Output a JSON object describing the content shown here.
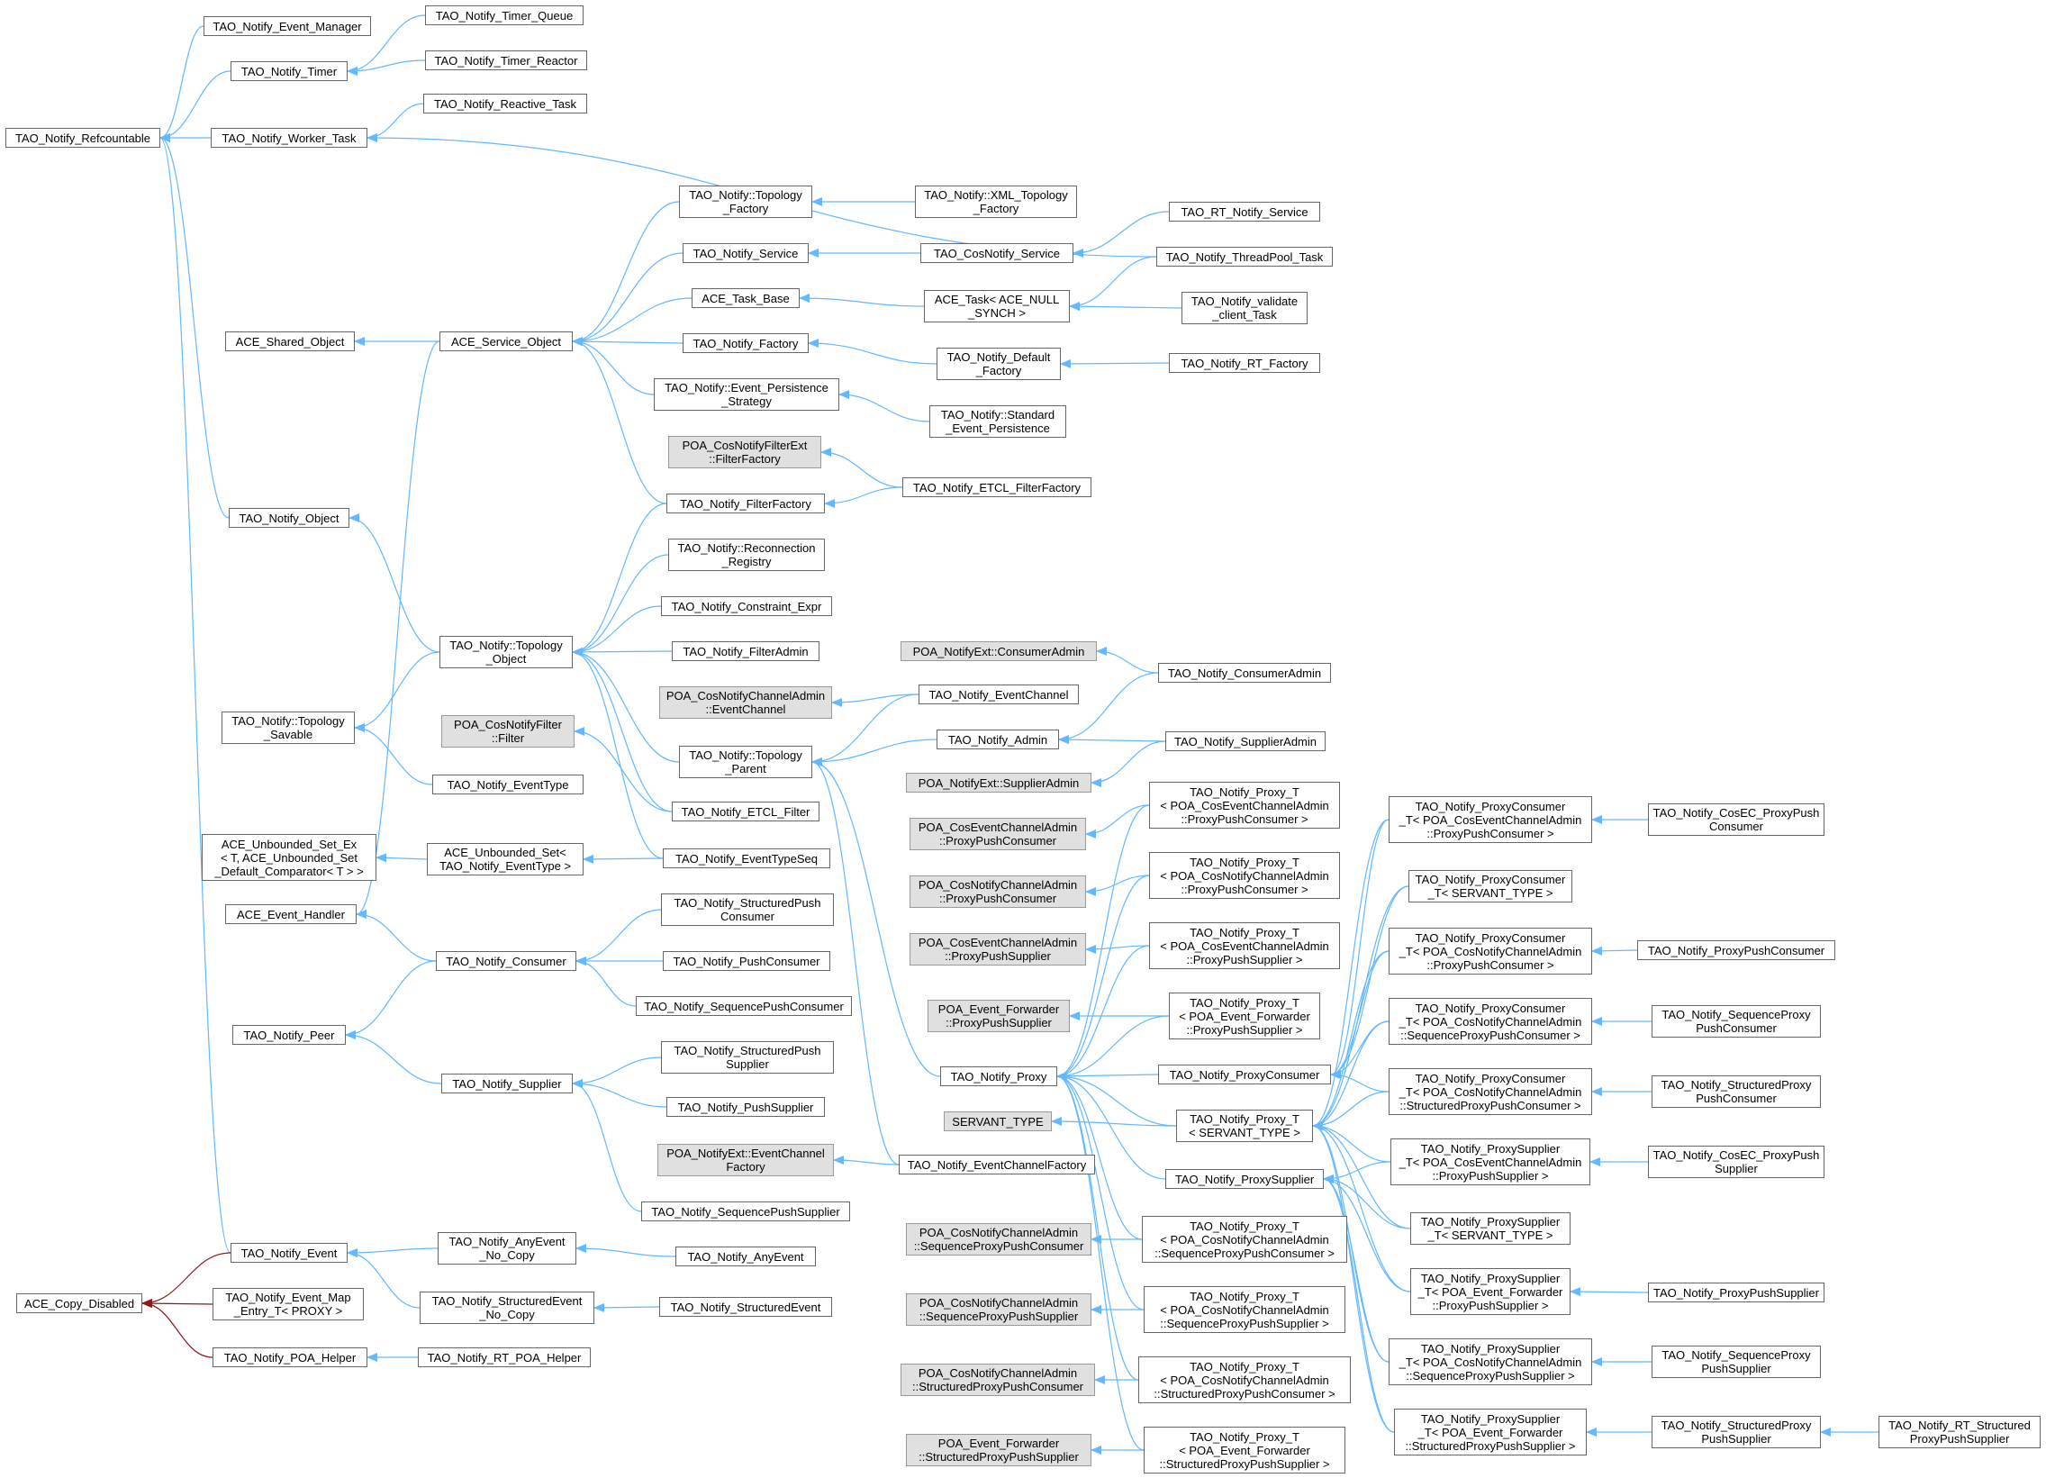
{
  "colors": {
    "inherit_edge": "#63b8ff",
    "private_edge": "#8b1a1a",
    "node_border": "#666666",
    "external_fill": "#e0e0e0"
  },
  "nodes": {
    "refcountable": "TAO_Notify_Refcountable",
    "event_manager": "TAO_Notify_Event_Manager",
    "timer": "TAO_Notify_Timer",
    "timer_queue": "TAO_Notify_Timer_Queue",
    "timer_reactor": "TAO_Notify_Timer_Reactor",
    "reactive_task": "TAO_Notify_Reactive_Task",
    "worker_task": "TAO_Notify_Worker_Task",
    "topology_factory": "TAO_Notify::Topology\n_Factory",
    "xml_topology_factory": "TAO_Notify::XML_Topology\n_Factory",
    "rt_notify_service": "TAO_RT_Notify_Service",
    "notify_service": "TAO_Notify_Service",
    "cosnotify_service": "TAO_CosNotify_Service",
    "threadpool_task": "TAO_Notify_ThreadPool_Task",
    "ace_task_base": "ACE_Task_Base",
    "ace_task_null": "ACE_Task< ACE_NULL\n_SYNCH >",
    "validate_client_task": "TAO_Notify_validate\n_client_Task",
    "ace_shared_object": "ACE_Shared_Object",
    "ace_service_object": "ACE_Service_Object",
    "notify_factory": "TAO_Notify_Factory",
    "default_factory": "TAO_Notify_Default\n_Factory",
    "rt_factory": "TAO_Notify_RT_Factory",
    "event_persistence_strategy": "TAO_Notify::Event_Persistence\n_Strategy",
    "standard_event_persistence": "TAO_Notify::Standard\n_Event_Persistence",
    "poa_filterfactory": "POA_CosNotifyFilterExt\n::FilterFactory",
    "etcl_filterfactory": "TAO_Notify_ETCL_FilterFactory",
    "filterfactory": "TAO_Notify_FilterFactory",
    "notify_object": "TAO_Notify_Object",
    "reconnection_registry": "TAO_Notify::Reconnection\n_Registry",
    "constraint_expr": "TAO_Notify_Constraint_Expr",
    "topology_object": "TAO_Notify::Topology\n_Object",
    "filteradmin": "TAO_Notify_FilterAdmin",
    "poa_consumeradmin": "POA_NotifyExt::ConsumerAdmin",
    "consumeradmin": "TAO_Notify_ConsumerAdmin",
    "poa_eventchannel": "POA_CosNotifyChannelAdmin\n::EventChannel",
    "eventchannel": "TAO_Notify_EventChannel",
    "topology_savable": "TAO_Notify::Topology\n_Savable",
    "poa_filter": "POA_CosNotifyFilter\n::Filter",
    "topology_parent": "TAO_Notify::Topology\n_Parent",
    "notify_admin": "TAO_Notify_Admin",
    "supplieradmin": "TAO_Notify_SupplierAdmin",
    "poa_supplieradmin": "POA_NotifyExt::SupplierAdmin",
    "eventtype": "TAO_Notify_EventType",
    "etcl_filter": "TAO_Notify_ETCL_Filter",
    "ace_unbounded_set_ex": "ACE_Unbounded_Set_Ex\n< T, ACE_Unbounded_Set\n_Default_Comparator< T > >",
    "ace_unbounded_set": "ACE_Unbounded_Set<\nTAO_Notify_EventType >",
    "eventtypeseq": "TAO_Notify_EventTypeSeq",
    "ace_event_handler": "ACE_Event_Handler",
    "structuredpush_consumer": "TAO_Notify_StructuredPush\nConsumer",
    "notify_consumer": "TAO_Notify_Consumer",
    "pushconsumer": "TAO_Notify_PushConsumer",
    "sequencepushconsumer": "TAO_Notify_SequencePushConsumer",
    "notify_peer": "TAO_Notify_Peer",
    "structuredpush_supplier": "TAO_Notify_StructuredPush\nSupplier",
    "notify_supplier": "TAO_Notify_Supplier",
    "pushsupplier": "TAO_Notify_PushSupplier",
    "poa_eventchannelfactory": "POA_NotifyExt::EventChannel\nFactory",
    "eventchannelfactory": "TAO_Notify_EventChannelFactory",
    "sequencepushsupplier": "TAO_Notify_SequencePushSupplier",
    "notify_event": "TAO_Notify_Event",
    "anyevent_no_copy": "TAO_Notify_AnyEvent\n_No_Copy",
    "anyevent": "TAO_Notify_AnyEvent",
    "ace_copy_disabled": "ACE_Copy_Disabled",
    "event_map_entry": "TAO_Notify_Event_Map\n_Entry_T< PROXY >",
    "structuredevent_no_copy": "TAO_Notify_StructuredEvent\n_No_Copy",
    "structuredevent": "TAO_Notify_StructuredEvent",
    "poa_helper": "TAO_Notify_POA_Helper",
    "rt_poa_helper": "TAO_Notify_RT_POA_Helper",
    "poa_cosevent_proxypushconsumer": "POA_CosEventChannelAdmin\n::ProxyPushConsumer",
    "poa_cosnotify_proxypushconsumer": "POA_CosNotifyChannelAdmin\n::ProxyPushConsumer",
    "poa_cosevent_proxypushsupplier": "POA_CosEventChannelAdmin\n::ProxyPushSupplier",
    "poa_forwarder_proxypushsupplier": "POA_Event_Forwarder\n::ProxyPushSupplier",
    "servant_type": "SERVANT_TYPE",
    "notify_proxy": "TAO_Notify_Proxy",
    "proxy_t_cosevent_ppc": "TAO_Notify_Proxy_T\n< POA_CosEventChannelAdmin\n::ProxyPushConsumer >",
    "proxy_t_cosnotify_ppc": "TAO_Notify_Proxy_T\n< POA_CosNotifyChannelAdmin\n::ProxyPushConsumer >",
    "proxy_t_cosevent_pps": "TAO_Notify_Proxy_T\n< POA_CosEventChannelAdmin\n::ProxyPushSupplier >",
    "proxy_t_forwarder_pps": "TAO_Notify_Proxy_T\n< POA_Event_Forwarder\n::ProxyPushSupplier >",
    "notify_proxyconsumer": "TAO_Notify_ProxyConsumer",
    "proxy_t_servant": "TAO_Notify_Proxy_T\n< SERVANT_TYPE >",
    "notify_proxysupplier": "TAO_Notify_ProxySupplier",
    "poa_cosnotify_seqppc": "POA_CosNotifyChannelAdmin\n::SequenceProxyPushConsumer",
    "proxy_t_cosnotify_seqppc": "TAO_Notify_Proxy_T\n< POA_CosNotifyChannelAdmin\n::SequenceProxyPushConsumer >",
    "poa_cosnotify_seqpps": "POA_CosNotifyChannelAdmin\n::SequenceProxyPushSupplier",
    "proxy_t_cosnotify_seqpps": "TAO_Notify_Proxy_T\n< POA_CosNotifyChannelAdmin\n::SequenceProxyPushSupplier >",
    "poa_cosnotify_strppc": "POA_CosNotifyChannelAdmin\n::StructuredProxyPushConsumer",
    "proxy_t_cosnotify_strppc": "TAO_Notify_Proxy_T\n< POA_CosNotifyChannelAdmin\n::StructuredProxyPushConsumer >",
    "poa_forwarder_strpps": "POA_Event_Forwarder\n::StructuredProxyPushSupplier",
    "proxy_t_forwarder_strpps": "TAO_Notify_Proxy_T\n< POA_Event_Forwarder\n::StructuredProxyPushSupplier >",
    "pc_t_cosevent_ppc": "TAO_Notify_ProxyConsumer\n_T< POA_CosEventChannelAdmin\n::ProxyPushConsumer >",
    "pc_t_servant": "TAO_Notify_ProxyConsumer\n_T< SERVANT_TYPE >",
    "pc_t_cosnotify_ppc": "TAO_Notify_ProxyConsumer\n_T< POA_CosNotifyChannelAdmin\n::ProxyPushConsumer >",
    "pc_t_cosnotify_seqppc": "TAO_Notify_ProxyConsumer\n_T< POA_CosNotifyChannelAdmin\n::SequenceProxyPushConsumer >",
    "pc_t_cosnotify_strppc": "TAO_Notify_ProxyConsumer\n_T< POA_CosNotifyChannelAdmin\n::StructuredProxyPushConsumer >",
    "ps_t_cosevent_pps": "TAO_Notify_ProxySupplier\n_T< POA_CosEventChannelAdmin\n::ProxyPushSupplier >",
    "ps_t_servant": "TAO_Notify_ProxySupplier\n_T< SERVANT_TYPE >",
    "ps_t_forwarder_pps": "TAO_Notify_ProxySupplier\n_T< POA_Event_Forwarder\n::ProxyPushSupplier >",
    "ps_t_cosnotify_seqpps": "TAO_Notify_ProxySupplier\n_T< POA_CosNotifyChannelAdmin\n::SequenceProxyPushSupplier >",
    "ps_t_forwarder_strpps": "TAO_Notify_ProxySupplier\n_T< POA_Event_Forwarder\n::StructuredProxyPushSupplier >",
    "cosec_proxypushconsumer": "TAO_Notify_CosEC_ProxyPush\nConsumer",
    "proxypushconsumer": "TAO_Notify_ProxyPushConsumer",
    "sequenceproxypushconsumer": "TAO_Notify_SequenceProxy\nPushConsumer",
    "structuredproxypushconsumer": "TAO_Notify_StructuredProxy\nPushConsumer",
    "cosec_proxypushsupplier": "TAO_Notify_CosEC_ProxyPush\nSupplier",
    "proxypushsupplier": "TAO_Notify_ProxyPushSupplier",
    "sequenceproxypushsupplier": "TAO_Notify_SequenceProxy\nPushSupplier",
    "structuredproxypushsupplier": "TAO_Notify_StructuredProxy\nPushSupplier",
    "rt_structuredproxypushsupplier": "TAO_Notify_RT_Structured\nProxyPushSupplier"
  },
  "external_nodes": [
    "poa_filterfactory",
    "poa_consumeradmin",
    "poa_eventchannel",
    "poa_filter",
    "poa_supplieradmin",
    "poa_eventchannelfactory",
    "poa_cosevent_proxypushconsumer",
    "poa_cosnotify_proxypushconsumer",
    "poa_cosevent_proxypushsupplier",
    "poa_forwarder_proxypushsupplier",
    "servant_type",
    "poa_cosnotify_seqppc",
    "poa_cosnotify_seqpps",
    "poa_cosnotify_strppc",
    "poa_forwarder_strpps"
  ],
  "inheritance": [
    [
      "event_manager",
      "refcountable"
    ],
    [
      "timer",
      "refcountable"
    ],
    [
      "worker_task",
      "refcountable"
    ],
    [
      "notify_object",
      "refcountable"
    ],
    [
      "notify_event",
      "refcountable"
    ],
    [
      "timer_queue",
      "timer"
    ],
    [
      "timer_reactor",
      "timer"
    ],
    [
      "reactive_task",
      "worker_task"
    ],
    [
      "threadpool_task",
      "worker_task"
    ],
    [
      "xml_topology_factory",
      "topology_factory"
    ],
    [
      "cosnotify_service",
      "notify_service"
    ],
    [
      "rt_notify_service",
      "cosnotify_service"
    ],
    [
      "ace_task_null",
      "ace_task_base"
    ],
    [
      "threadpool_task",
      "ace_task_null"
    ],
    [
      "validate_client_task",
      "ace_task_null"
    ],
    [
      "ace_service_object",
      "ace_shared_object"
    ],
    [
      "topology_factory",
      "ace_service_object"
    ],
    [
      "notify_service",
      "ace_service_object"
    ],
    [
      "ace_task_base",
      "ace_service_object"
    ],
    [
      "notify_factory",
      "ace_service_object"
    ],
    [
      "event_persistence_strategy",
      "ace_service_object"
    ],
    [
      "filterfactory",
      "ace_service_object"
    ],
    [
      "default_factory",
      "notify_factory"
    ],
    [
      "rt_factory",
      "default_factory"
    ],
    [
      "standard_event_persistence",
      "event_persistence_strategy"
    ],
    [
      "etcl_filterfactory",
      "poa_filterfactory"
    ],
    [
      "etcl_filterfactory",
      "filterfactory"
    ],
    [
      "topology_object",
      "notify_object"
    ],
    [
      "topology_object",
      "topology_savable"
    ],
    [
      "filterfactory",
      "topology_object"
    ],
    [
      "reconnection_registry",
      "topology_object"
    ],
    [
      "constraint_expr",
      "topology_object"
    ],
    [
      "filteradmin",
      "topology_object"
    ],
    [
      "topology_parent",
      "topology_object"
    ],
    [
      "etcl_filter",
      "topology_object"
    ],
    [
      "eventtypeseq",
      "topology_object"
    ],
    [
      "consumeradmin",
      "poa_consumeradmin"
    ],
    [
      "consumeradmin",
      "notify_admin"
    ],
    [
      "eventchannel",
      "poa_eventchannel"
    ],
    [
      "eventchannel",
      "topology_parent"
    ],
    [
      "notify_admin",
      "topology_parent"
    ],
    [
      "supplieradmin",
      "notify_admin"
    ],
    [
      "supplieradmin",
      "poa_supplieradmin"
    ],
    [
      "notify_proxy",
      "topology_parent"
    ],
    [
      "eventchannelfactory",
      "topology_parent"
    ],
    [
      "eventtype",
      "topology_savable"
    ],
    [
      "etcl_filter",
      "poa_filter"
    ],
    [
      "ace_unbounded_set",
      "ace_unbounded_set_ex"
    ],
    [
      "eventtypeseq",
      "ace_unbounded_set"
    ],
    [
      "ace_service_object",
      "ace_event_handler"
    ],
    [
      "notify_consumer",
      "ace_event_handler"
    ],
    [
      "notify_consumer",
      "notify_peer"
    ],
    [
      "structuredpush_consumer",
      "notify_consumer"
    ],
    [
      "pushconsumer",
      "notify_consumer"
    ],
    [
      "sequencepushconsumer",
      "notify_consumer"
    ],
    [
      "notify_supplier",
      "notify_peer"
    ],
    [
      "structuredpush_supplier",
      "notify_supplier"
    ],
    [
      "pushsupplier",
      "notify_supplier"
    ],
    [
      "sequencepushsupplier",
      "notify_supplier"
    ],
    [
      "eventchannelfactory",
      "poa_eventchannelfactory"
    ],
    [
      "anyevent_no_copy",
      "notify_event"
    ],
    [
      "structuredevent_no_copy",
      "notify_event"
    ],
    [
      "anyevent",
      "anyevent_no_copy"
    ],
    [
      "structuredevent",
      "structuredevent_no_copy"
    ],
    [
      "rt_poa_helper",
      "poa_helper"
    ],
    [
      "proxy_t_cosevent_ppc",
      "poa_cosevent_proxypushconsumer"
    ],
    [
      "proxy_t_cosnotify_ppc",
      "poa_cosnotify_proxypushconsumer"
    ],
    [
      "proxy_t_cosevent_pps",
      "poa_cosevent_proxypushsupplier"
    ],
    [
      "proxy_t_forwarder_pps",
      "poa_forwarder_proxypushsupplier"
    ],
    [
      "proxy_t_servant",
      "servant_type"
    ],
    [
      "proxy_t_cosnotify_seqppc",
      "poa_cosnotify_seqppc"
    ],
    [
      "proxy_t_cosnotify_seqpps",
      "poa_cosnotify_seqpps"
    ],
    [
      "proxy_t_cosnotify_strppc",
      "poa_cosnotify_strppc"
    ],
    [
      "proxy_t_forwarder_strpps",
      "poa_forwarder_strpps"
    ],
    [
      "proxy_t_cosevent_ppc",
      "notify_proxy"
    ],
    [
      "proxy_t_cosnotify_ppc",
      "notify_proxy"
    ],
    [
      "proxy_t_cosevent_pps",
      "notify_proxy"
    ],
    [
      "proxy_t_forwarder_pps",
      "notify_proxy"
    ],
    [
      "notify_proxyconsumer",
      "notify_proxy"
    ],
    [
      "proxy_t_servant",
      "notify_proxy"
    ],
    [
      "notify_proxysupplier",
      "notify_proxy"
    ],
    [
      "proxy_t_cosnotify_seqppc",
      "notify_proxy"
    ],
    [
      "proxy_t_cosnotify_seqpps",
      "notify_proxy"
    ],
    [
      "proxy_t_cosnotify_strppc",
      "notify_proxy"
    ],
    [
      "proxy_t_forwarder_strpps",
      "notify_proxy"
    ],
    [
      "pc_t_cosevent_ppc",
      "notify_proxyconsumer"
    ],
    [
      "pc_t_servant",
      "notify_proxyconsumer"
    ],
    [
      "pc_t_cosnotify_ppc",
      "notify_proxyconsumer"
    ],
    [
      "pc_t_cosnotify_seqppc",
      "notify_proxyconsumer"
    ],
    [
      "pc_t_cosnotify_strppc",
      "notify_proxyconsumer"
    ],
    [
      "pc_t_cosevent_ppc",
      "proxy_t_servant"
    ],
    [
      "pc_t_servant",
      "proxy_t_servant"
    ],
    [
      "pc_t_cosnotify_ppc",
      "proxy_t_servant"
    ],
    [
      "pc_t_cosnotify_seqppc",
      "proxy_t_servant"
    ],
    [
      "pc_t_cosnotify_strppc",
      "proxy_t_servant"
    ],
    [
      "ps_t_cosevent_pps",
      "notify_proxysupplier"
    ],
    [
      "ps_t_servant",
      "notify_proxysupplier"
    ],
    [
      "ps_t_forwarder_pps",
      "notify_proxysupplier"
    ],
    [
      "ps_t_cosnotify_seqpps",
      "notify_proxysupplier"
    ],
    [
      "ps_t_forwarder_strpps",
      "notify_proxysupplier"
    ],
    [
      "ps_t_cosevent_pps",
      "proxy_t_servant"
    ],
    [
      "ps_t_servant",
      "proxy_t_servant"
    ],
    [
      "ps_t_forwarder_pps",
      "proxy_t_servant"
    ],
    [
      "ps_t_cosnotify_seqpps",
      "proxy_t_servant"
    ],
    [
      "ps_t_forwarder_strpps",
      "proxy_t_servant"
    ],
    [
      "cosec_proxypushconsumer",
      "pc_t_cosevent_ppc"
    ],
    [
      "proxypushconsumer",
      "pc_t_cosnotify_ppc"
    ],
    [
      "sequenceproxypushconsumer",
      "pc_t_cosnotify_seqppc"
    ],
    [
      "structuredproxypushconsumer",
      "pc_t_cosnotify_strppc"
    ],
    [
      "cosec_proxypushsupplier",
      "ps_t_cosevent_pps"
    ],
    [
      "proxypushsupplier",
      "ps_t_forwarder_pps"
    ],
    [
      "sequenceproxypushsupplier",
      "ps_t_cosnotify_seqpps"
    ],
    [
      "structuredproxypushsupplier",
      "ps_t_forwarder_strpps"
    ],
    [
      "rt_structuredproxypushsupplier",
      "structuredproxypushsupplier"
    ]
  ],
  "private_inheritance": [
    [
      "notify_event",
      "ace_copy_disabled"
    ],
    [
      "event_map_entry",
      "ace_copy_disabled"
    ],
    [
      "poa_helper",
      "ace_copy_disabled"
    ]
  ]
}
